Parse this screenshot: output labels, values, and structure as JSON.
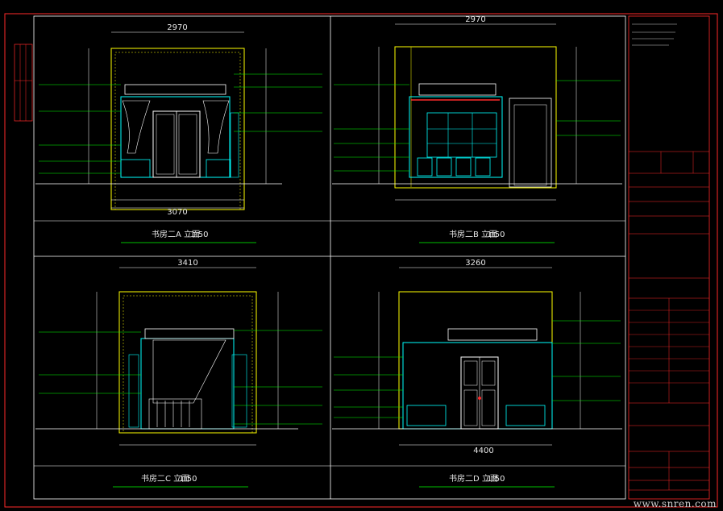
{
  "views": [
    {
      "id": "A",
      "title": "书房二A 立面",
      "scale": "1:50"
    },
    {
      "id": "B",
      "title": "书房二B 立面",
      "scale": "1:50"
    },
    {
      "id": "C",
      "title": "书房二C 立面",
      "scale": "1:50"
    },
    {
      "id": "D",
      "title": "书房二D 立面",
      "scale": "1:50"
    }
  ],
  "dimensions": {
    "a_top": "2970",
    "a_bottom": "3070",
    "b_top": "2970",
    "c_top": "3410",
    "d_top": "3260",
    "d_bottom_overall": "4400"
  },
  "watermark": "www.snren.com",
  "colors": {
    "frame": "#ff2a2a",
    "wall": "#ffff00",
    "dim": "#ffffff",
    "detail": "#00ffff",
    "leader": "#00ff00",
    "accent": "#ff00ff"
  }
}
